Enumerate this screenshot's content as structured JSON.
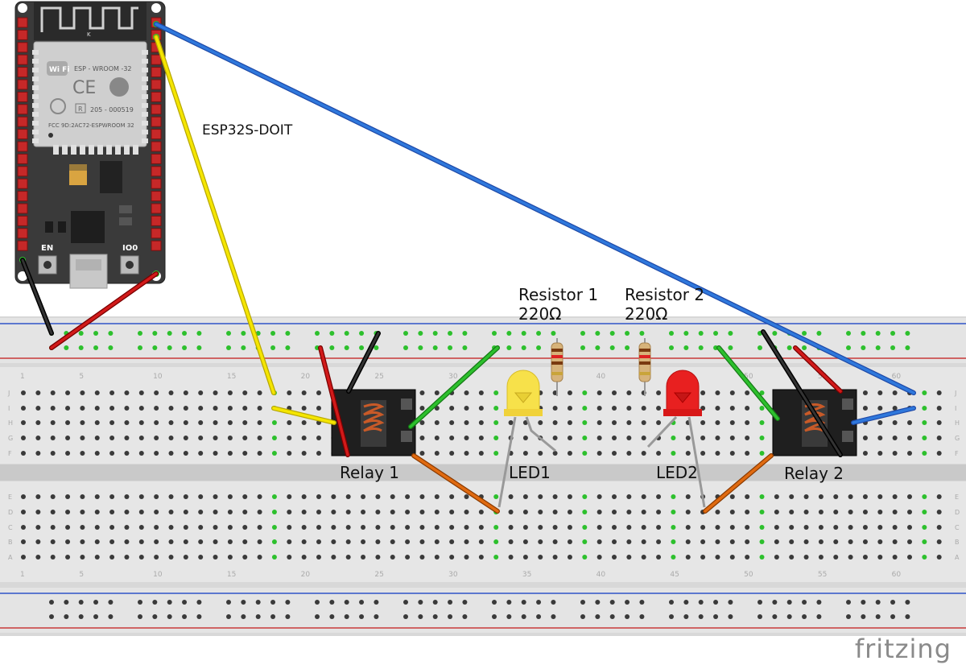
{
  "labels": {
    "board": "ESP32S-DOIT",
    "resistor1_name": "Resistor 1",
    "resistor1_value": "220Ω",
    "resistor2_name": "Resistor 2",
    "resistor2_value": "220Ω",
    "relay1": "Relay 1",
    "relay2": "Relay 2",
    "led1": "LED1",
    "led2": "LED2"
  },
  "esp32": {
    "module_name": "ESP - WROOM -32",
    "cert_number": "205 - 000519",
    "fcc_id": "FCC 9D:2AC72-ESPWROOM 32",
    "button_en": "EN",
    "button_io0": "IO0",
    "antenna_mark": "K",
    "wifi_logo": "Wi Fi",
    "ce_mark": "CE",
    "r_mark": "R"
  },
  "breadboard": {
    "row_letters_top": [
      "J",
      "I",
      "H",
      "G",
      "F"
    ],
    "row_letters_bottom": [
      "E",
      "D",
      "C",
      "B",
      "A"
    ],
    "column_numbers": [
      "1",
      "5",
      "10",
      "15",
      "20",
      "25",
      "30",
      "35",
      "40",
      "45",
      "50",
      "55",
      "60"
    ]
  },
  "watermark": "fritzing",
  "colors": {
    "wire_blue": "#1f6fd0",
    "wire_yellow": "#f5e600",
    "wire_red": "#cc1111",
    "wire_black": "#1a1a1a",
    "wire_green": "#2dc02d",
    "wire_orange": "#e06a10",
    "led_yellow": "#f7e14a",
    "led_red": "#e82020",
    "board_dark": "#3b3b3b",
    "breadboard": "#dcdcdc"
  }
}
